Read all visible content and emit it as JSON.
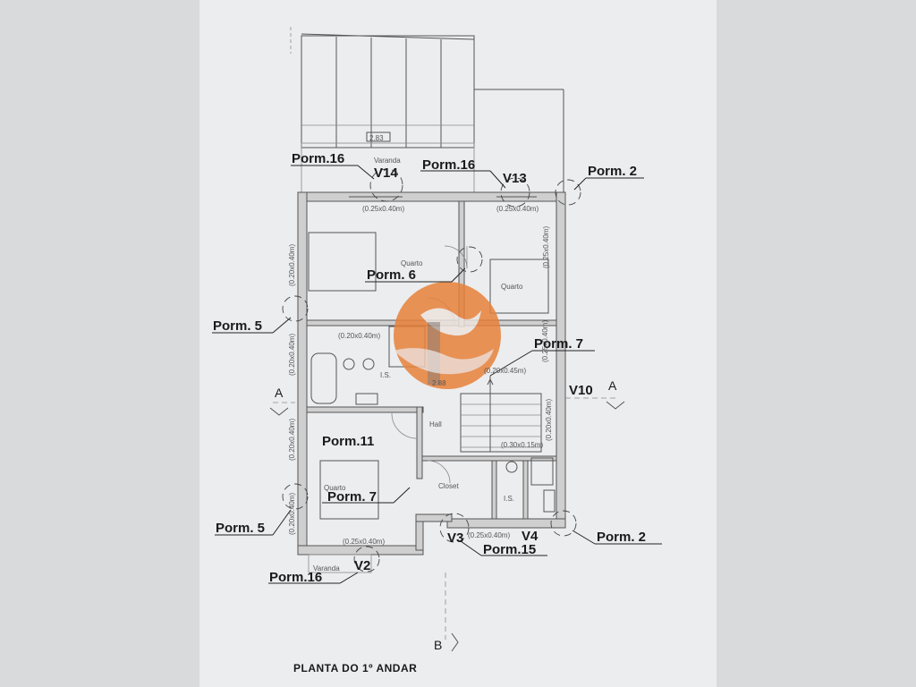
{
  "plan": {
    "title": "PLANTA DO 1º ANDAR",
    "section_a": "A",
    "section_b": "B",
    "balcony_width": "2.83",
    "hall_dim": "2.88"
  },
  "rooms": {
    "varanda_top": "Varanda",
    "quarto_1": "Quarto",
    "quarto_2": "Quarto",
    "quarto_3": "Quarto",
    "ts": "I.S.",
    "hall": "Hall",
    "closet": "Closet",
    "is_small": "I.S.",
    "varanda_bottom": "Varanda"
  },
  "dims": {
    "d1": "(0.25x0.40m)",
    "d2": "(0.25x0.40m)",
    "d3": "(0.20x0.40m)",
    "d4": "(0.25x0.40m)",
    "d5": "(0.20x0.40m)",
    "d6": "(0.20x0.40m)",
    "d7": "(0.25x0.40m)",
    "d8": "(0.30x0.15m)",
    "d9": "(0.20x0.40m)",
    "d10": "(0.25x0.40m)",
    "d11": "(0.25x0.40m)",
    "d12": "(0.20x0.40m)",
    "d13": "(0.20x0.45m)",
    "d14": "(0.20x0.40m)"
  },
  "labels": {
    "porm16_top": "Porm.16",
    "v14": "V14",
    "porm16_mid": "Porm.16",
    "v13": "V13",
    "porm2_top": "Porm. 2",
    "porm6": "Porm. 6",
    "porm5_top": "Porm. 5",
    "porm7_right": "Porm. 7",
    "v10": "V10",
    "porm11": "Porm.11",
    "porm7_left": "Porm. 7",
    "porm5_bottom": "Porm. 5",
    "porm2_bottom": "Porm. 2",
    "v3": "V3",
    "v4": "V4",
    "porm15": "Porm.15",
    "v2": "V2",
    "porm16_bottom": "Porm.16"
  },
  "colors": {
    "watermark": "#e8813a",
    "paper": "#ecedef",
    "background": "#d9dadb"
  }
}
